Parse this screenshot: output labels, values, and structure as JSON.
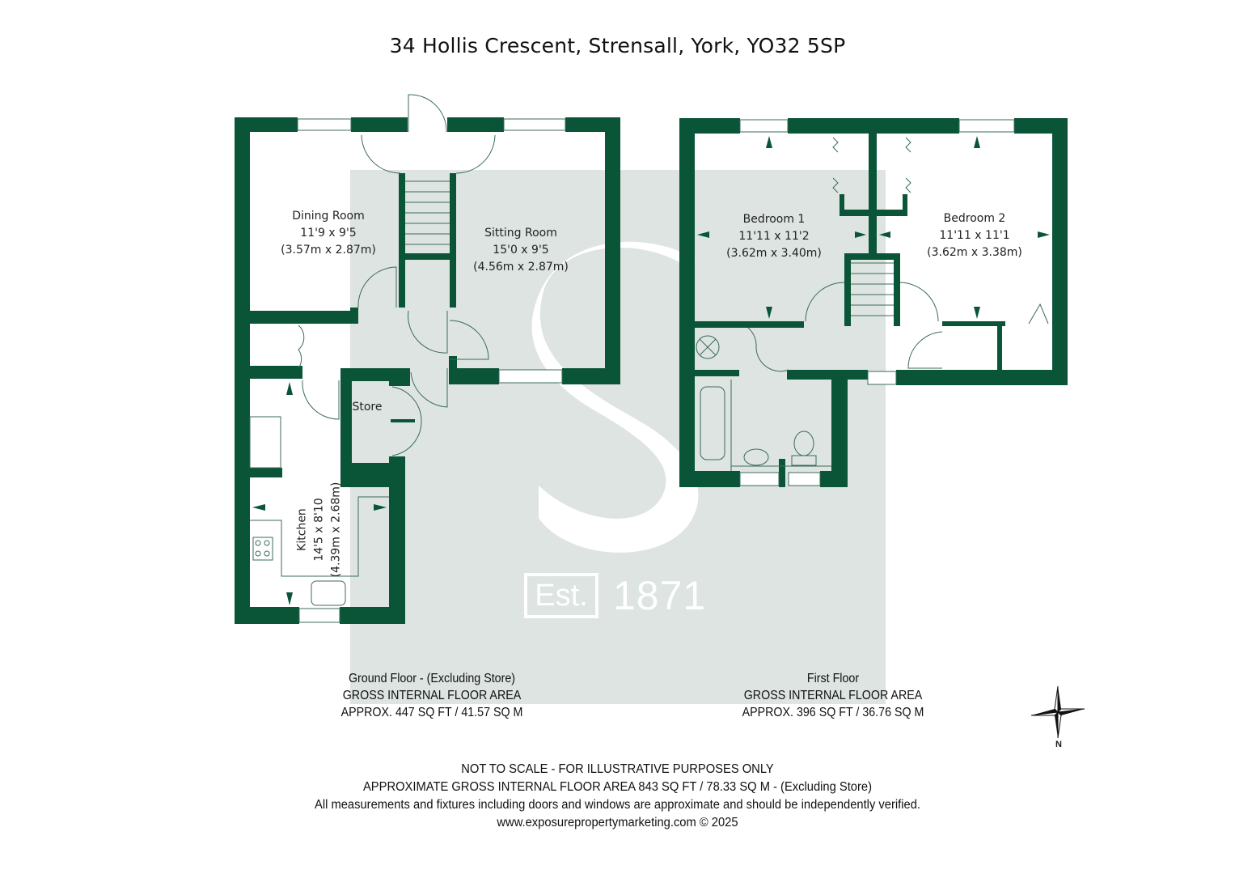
{
  "title": "34 Hollis Crescent, Strensall, York, YO32 5SP",
  "colors": {
    "wall": "#0a5438",
    "watermark": "#dde4e1",
    "text": "#111111"
  },
  "watermark": {
    "letter": "S",
    "est_label": "Est.",
    "year": "1871"
  },
  "ground_floor": {
    "rooms": [
      {
        "name": "Dining Room",
        "imperial": "11'9 x 9'5",
        "metric": "(3.57m x 2.87m)"
      },
      {
        "name": "Sitting Room",
        "imperial": "15'0 x 9'5",
        "metric": "(4.56m x 2.87m)"
      },
      {
        "name": "Store"
      },
      {
        "name": "Kitchen",
        "imperial": "14'5 x 8'10",
        "metric": "(4.39m x 2.68m)"
      }
    ],
    "area": {
      "heading": "Ground Floor - (Excluding Store)",
      "label": "GROSS INTERNAL FLOOR AREA",
      "value": "APPROX. 447 SQ FT / 41.57 SQ M"
    }
  },
  "first_floor": {
    "rooms": [
      {
        "name": "Bedroom 1",
        "imperial": "11'11 x 11'2",
        "metric": "(3.62m x 3.40m)"
      },
      {
        "name": "Bedroom 2",
        "imperial": "11'11 x 11'1",
        "metric": "(3.62m x 3.38m)"
      }
    ],
    "area": {
      "heading": "First Floor",
      "label": "GROSS INTERNAL FLOOR AREA",
      "value": "APPROX. 396 SQ FT / 36.76 SQ M"
    }
  },
  "compass": {
    "label": "N",
    "icon": "compass-rose-icon"
  },
  "footer": {
    "line1": "NOT TO SCALE - FOR ILLUSTRATIVE PURPOSES ONLY",
    "line2": "APPROXIMATE GROSS INTERNAL FLOOR AREA 843 SQ FT / 78.33 SQ M - (Excluding Store)",
    "line3": "All measurements and fixtures including doors and windows are approximate and should be independently verified.",
    "line4": "www.exposurepropertymarketing.com © 2025"
  }
}
